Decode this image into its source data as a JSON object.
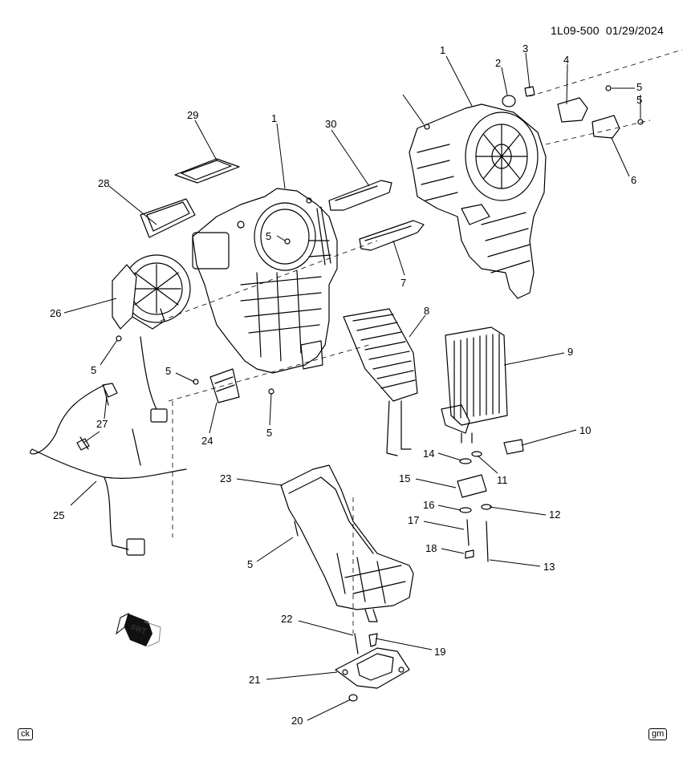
{
  "header": {
    "diagram_id": "1L09-500",
    "date": "01/29/2024"
  },
  "callouts": [
    "1",
    "2",
    "3",
    "4",
    "5",
    "5",
    "6",
    "1",
    "5",
    "29",
    "30",
    "28",
    "7",
    "26",
    "8",
    "9",
    "5",
    "5",
    "10",
    "14",
    "11",
    "27",
    "5",
    "24",
    "15",
    "12",
    "16",
    "17",
    "23",
    "18",
    "25",
    "13",
    "5",
    "22",
    "19",
    "21",
    "20"
  ],
  "direction": {
    "label": "FRT"
  },
  "footer": {
    "left_badge": "ck",
    "right_badge": "gm"
  }
}
